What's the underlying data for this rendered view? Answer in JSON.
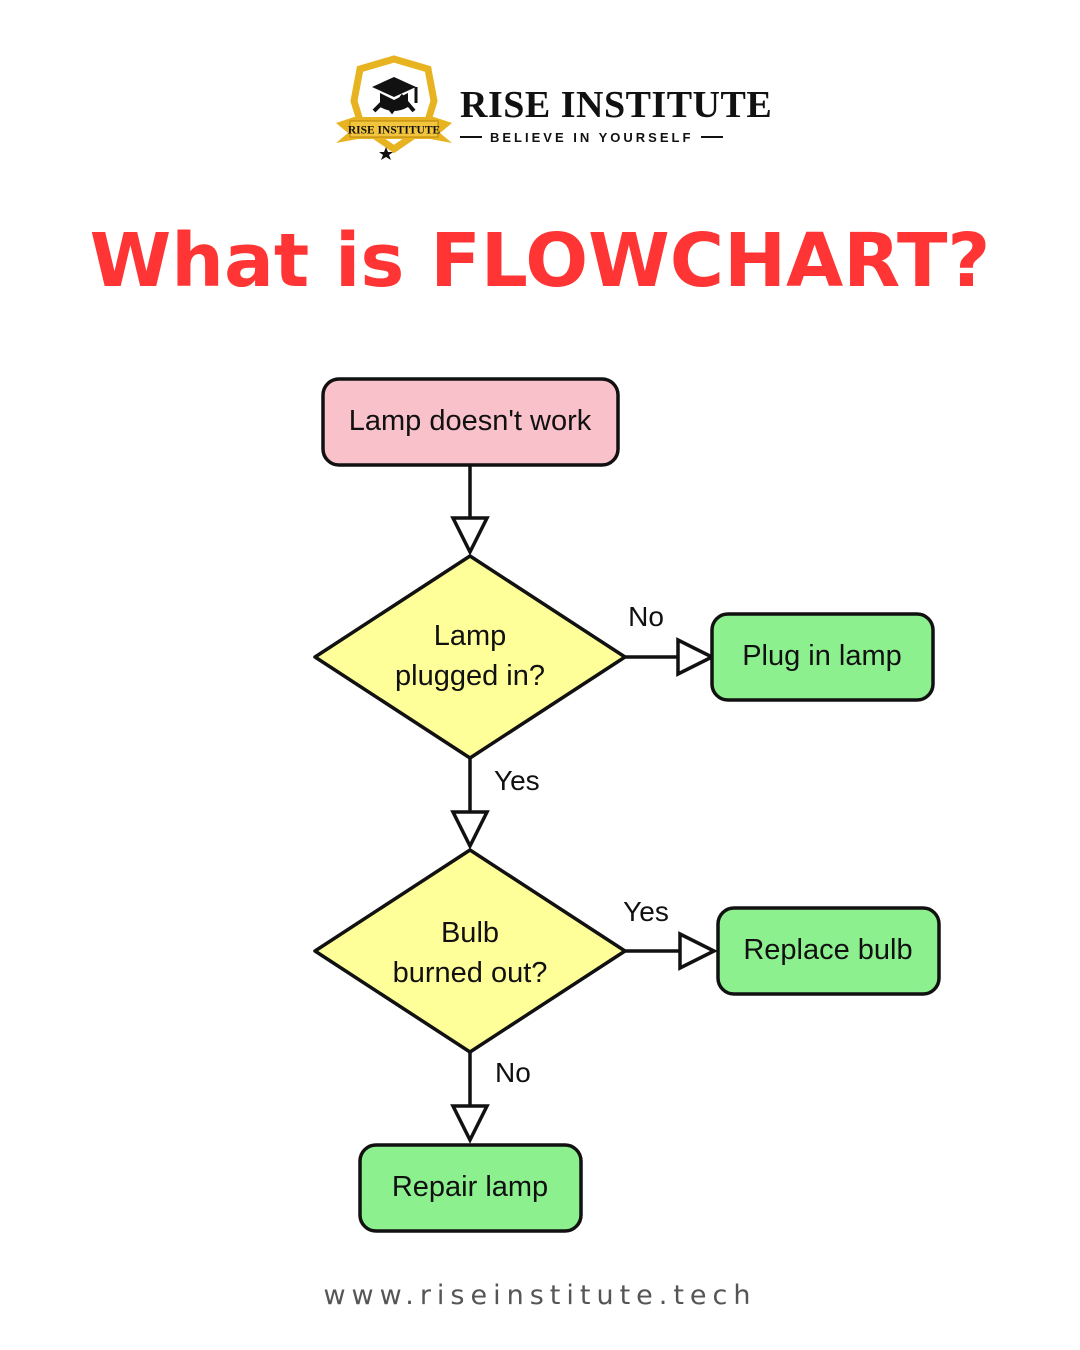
{
  "brand": {
    "name": "RISE INSTITUTE",
    "tagline": "BELIEVE IN YOURSELF",
    "logo_ribbon": "RISE INSTITUTE",
    "colors": {
      "gold": "#e8b321",
      "dark": "#111111"
    }
  },
  "title": "What is FLOWCHART?",
  "title_color": "#ff3535",
  "flowchart": {
    "nodes": {
      "start": {
        "label": "Lamp doesn't work",
        "color": "#f9c2cb"
      },
      "q1": {
        "line1": "Lamp",
        "line2": "plugged in?",
        "color": "#ffff99"
      },
      "plug": {
        "label": "Plug in lamp",
        "color": "#8df08f"
      },
      "q2": {
        "line1": "Bulb",
        "line2": "burned out?",
        "color": "#ffff99"
      },
      "replace": {
        "label": "Replace bulb",
        "color": "#8df08f"
      },
      "repair": {
        "label": "Repair lamp",
        "color": "#8df08f"
      }
    },
    "edges": {
      "q1_no": "No",
      "q1_yes": "Yes",
      "q2_yes": "Yes",
      "q2_no": "No"
    }
  },
  "footer": {
    "url": "www.riseinstitute.tech"
  }
}
